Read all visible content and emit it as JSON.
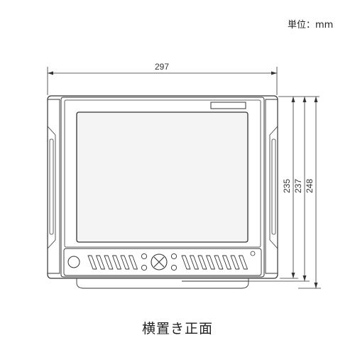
{
  "unit_label": "単位：mm",
  "caption": "横置き正面",
  "dimensions": {
    "width": "297",
    "height_inner": "235",
    "height_mid": "237",
    "height_outer": "248"
  },
  "colors": {
    "line": "#333333",
    "panel_fill": "#ffffff",
    "screen_fill": "#f4f4f4"
  }
}
